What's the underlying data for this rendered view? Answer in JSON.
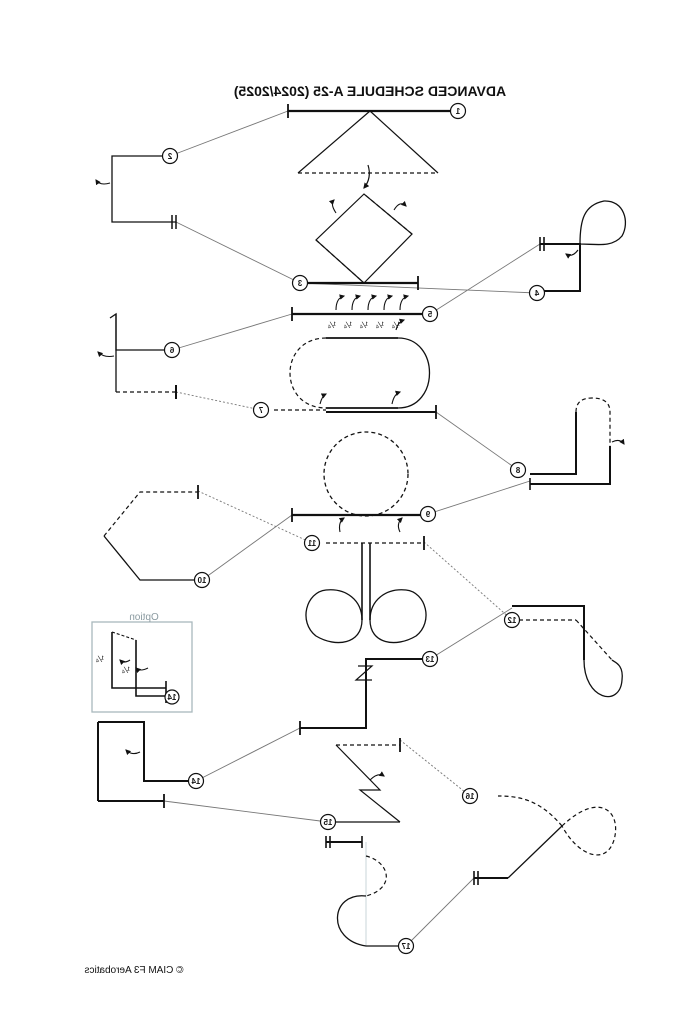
{
  "title": "ADVANCED SCHEDULE A-25 (2024/2025)",
  "footer": "© CIAM F3 Aerobatics",
  "option_box": {
    "label": "Option",
    "figure_number": "14"
  },
  "figure_numbers": [
    "1",
    "2",
    "3",
    "4",
    "5",
    "6",
    "7",
    "8",
    "9",
    "10",
    "11",
    "12",
    "13",
    "14",
    "15",
    "16",
    "17"
  ],
  "roll_marks": {
    "figure5": [
      "¼",
      "¼",
      "¼",
      "¼",
      "¼"
    ],
    "option": [
      "¼",
      "¼"
    ]
  },
  "colors": {
    "ink": "#111111",
    "connector": "#666666",
    "option_border": "#a9b8bd",
    "option_label": "#8a9aa0"
  }
}
